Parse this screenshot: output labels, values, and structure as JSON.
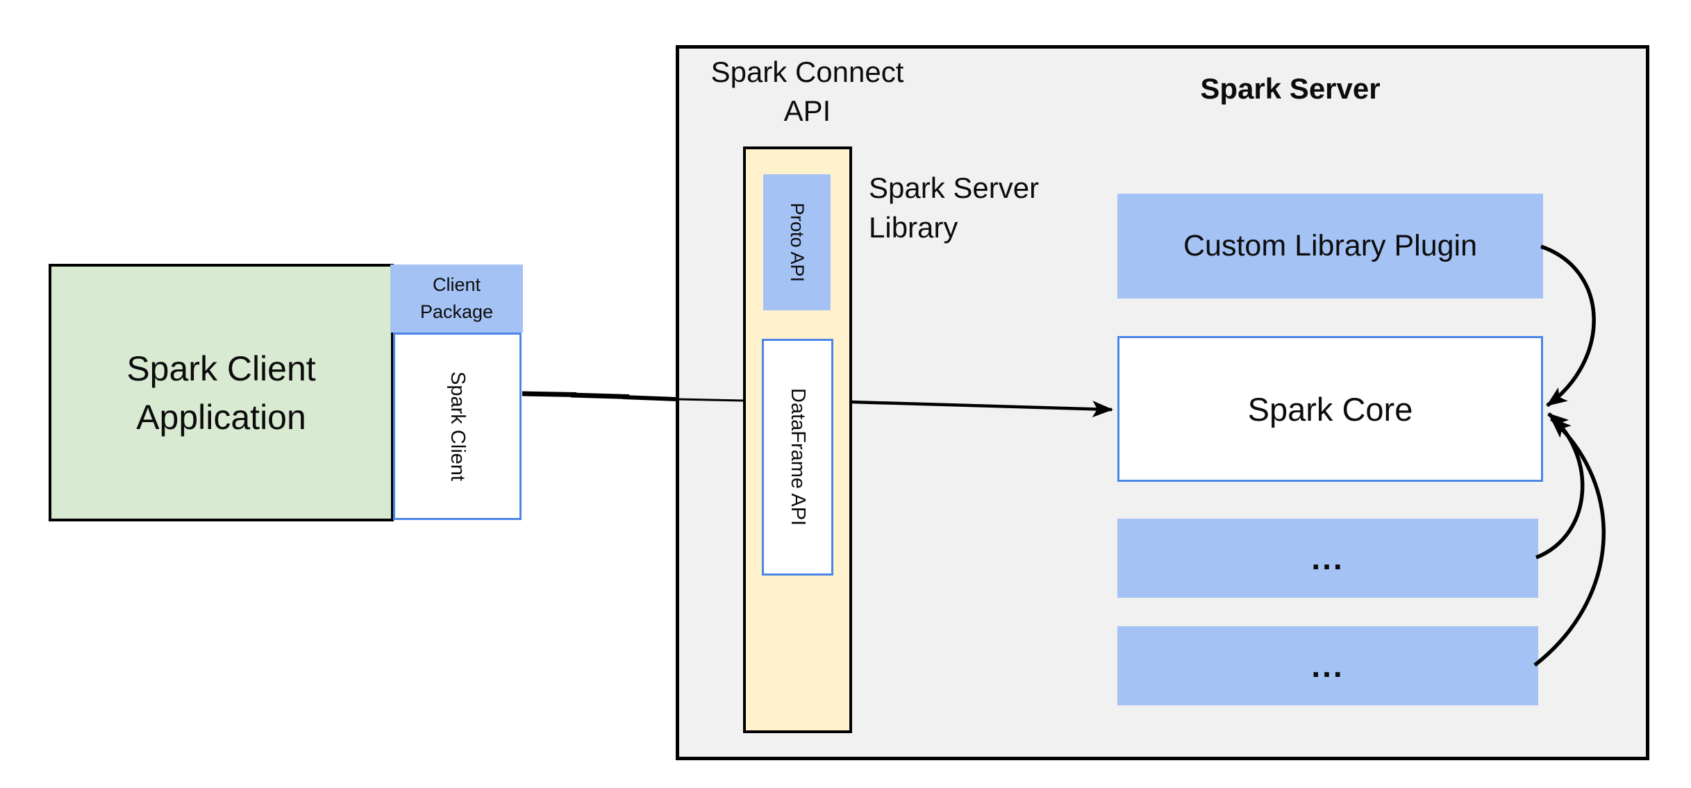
{
  "colors": {
    "background": "#ffffff",
    "container_fill": "#f1f1f1",
    "container_border": "#000000",
    "green_fill": "#d9ead3",
    "blue_fill": "#a4c2f4",
    "yellow_fill": "#fff2cc",
    "blue_border": "#4a86e8",
    "line_color": "#000000",
    "text_color": "#0c0c0c"
  },
  "client_application": {
    "lines": [
      "Spark Client",
      "Application"
    ]
  },
  "client_package": {
    "lines": [
      "Client",
      "Package"
    ]
  },
  "spark_client": {
    "label": "Spark Client"
  },
  "spark_connect_api": {
    "lines": [
      "Spark Connect",
      "API"
    ]
  },
  "proto_api": {
    "label": "Proto API"
  },
  "dataframe_api": {
    "label": "DataFrame API"
  },
  "spark_server_library": {
    "lines": [
      "Spark Server",
      "Library"
    ]
  },
  "spark_server": {
    "title": "Spark Server"
  },
  "custom_library_plugin": {
    "label": "Custom Library Plugin"
  },
  "spark_core": {
    "label": "Spark Core"
  },
  "placeholders": [
    {
      "label": "..."
    },
    {
      "label": "..."
    }
  ]
}
